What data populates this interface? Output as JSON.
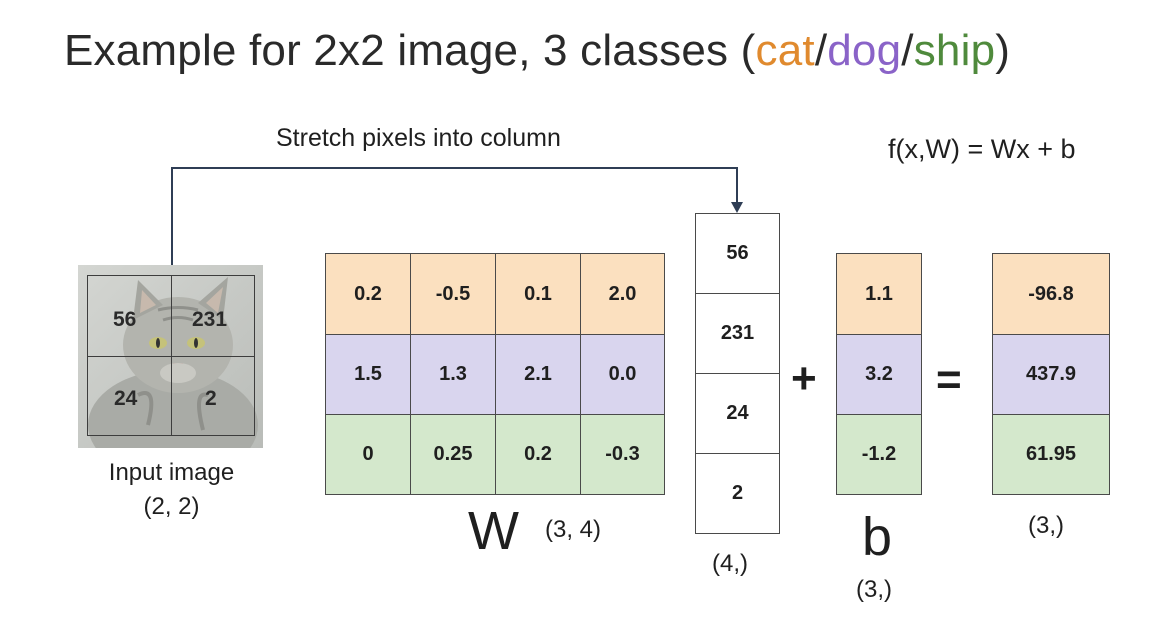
{
  "title": {
    "prefix": "Example for 2x2 image, 3 classes (",
    "cat": "cat",
    "sep1": "/",
    "dog": "dog",
    "sep2": "/",
    "ship": "ship",
    "suffix": ")"
  },
  "colors": {
    "cat": "#e08a2e",
    "dog": "#8a63c8",
    "ship": "#4f8a3c",
    "row_cat": "#fbe0bf",
    "row_dog": "#d9d5ee",
    "row_ship": "#d4e8cc"
  },
  "stretch_label": "Stretch pixels into column",
  "formula": "f(x,W) = Wx + b",
  "input_image": {
    "pixels": [
      "56",
      "231",
      "24",
      "2"
    ],
    "caption_line1": "Input image",
    "caption_line2": "(2, 2)"
  },
  "W": {
    "rows": [
      [
        "0.2",
        "-0.5",
        "0.1",
        "2.0"
      ],
      [
        "1.5",
        "1.3",
        "2.1",
        "0.0"
      ],
      [
        "0",
        "0.25",
        "0.2",
        "-0.3"
      ]
    ],
    "label": "W",
    "shape": "(3, 4)"
  },
  "x": {
    "values": [
      "56",
      "231",
      "24",
      "2"
    ],
    "shape": "(4,)"
  },
  "plus": "+",
  "b": {
    "values": [
      "1.1",
      "3.2",
      "-1.2"
    ],
    "label": "b",
    "shape": "(3,)"
  },
  "equals": "=",
  "result": {
    "values": [
      "-96.8",
      "437.9",
      "61.95"
    ],
    "shape": "(3,)"
  }
}
